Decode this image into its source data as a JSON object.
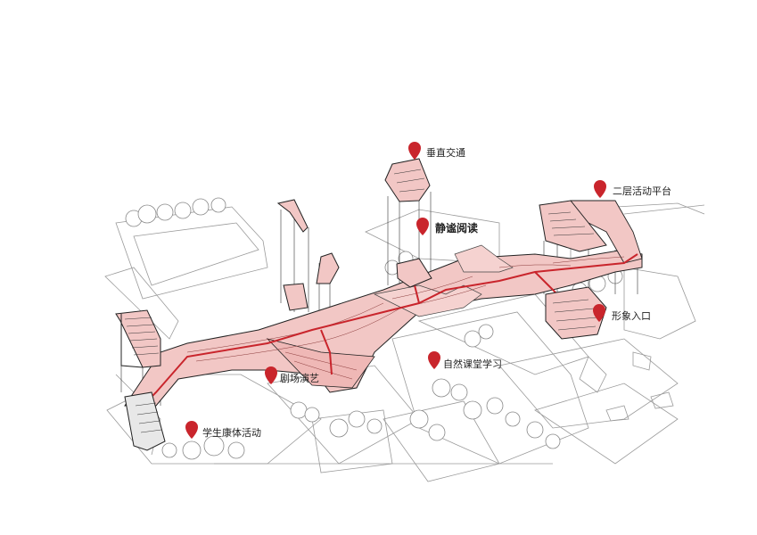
{
  "diagram": {
    "accent_color": "#c9252c",
    "walkway_fill": "#f2c7c5",
    "line_color": "#222222",
    "pins": [
      {
        "id": "vertical-traffic",
        "label": "垂直交通",
        "icon": "map-pin-icon",
        "emphasis": false
      },
      {
        "id": "quiet-reading",
        "label": "静谧阅读",
        "icon": "map-pin-icon",
        "emphasis": true
      },
      {
        "id": "second-floor-platform",
        "label": "二层活动平台",
        "icon": "map-pin-icon",
        "emphasis": false
      },
      {
        "id": "image-entrance",
        "label": "形象入口",
        "icon": "map-pin-icon",
        "emphasis": false
      },
      {
        "id": "nature-classroom",
        "label": "自然课堂学习",
        "icon": "map-pin-icon",
        "emphasis": false
      },
      {
        "id": "theater-performance",
        "label": "剧场演艺",
        "icon": "map-pin-icon",
        "emphasis": false
      },
      {
        "id": "student-fitness",
        "label": "学生康体活动",
        "icon": "map-pin-icon",
        "emphasis": false
      }
    ]
  }
}
